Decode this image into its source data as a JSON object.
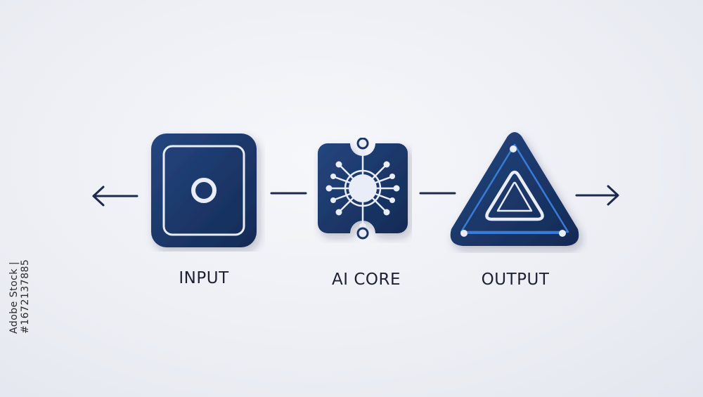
{
  "nodes": [
    {
      "label": "INPUT",
      "icon": "square-target-icon"
    },
    {
      "label": "AI CORE",
      "icon": "network-hub-icon"
    },
    {
      "label": "OUTPUT",
      "icon": "triangle-output-icon"
    }
  ],
  "colors": {
    "node_fill": "#1c3566",
    "node_fill_dark": "#13284f",
    "line_color": "#1d2a4d",
    "accent_blue": "#3a7bd5",
    "label_color": "#1d2233"
  },
  "watermark": {
    "stock_id": "Adobe Stock | #1672137885"
  }
}
